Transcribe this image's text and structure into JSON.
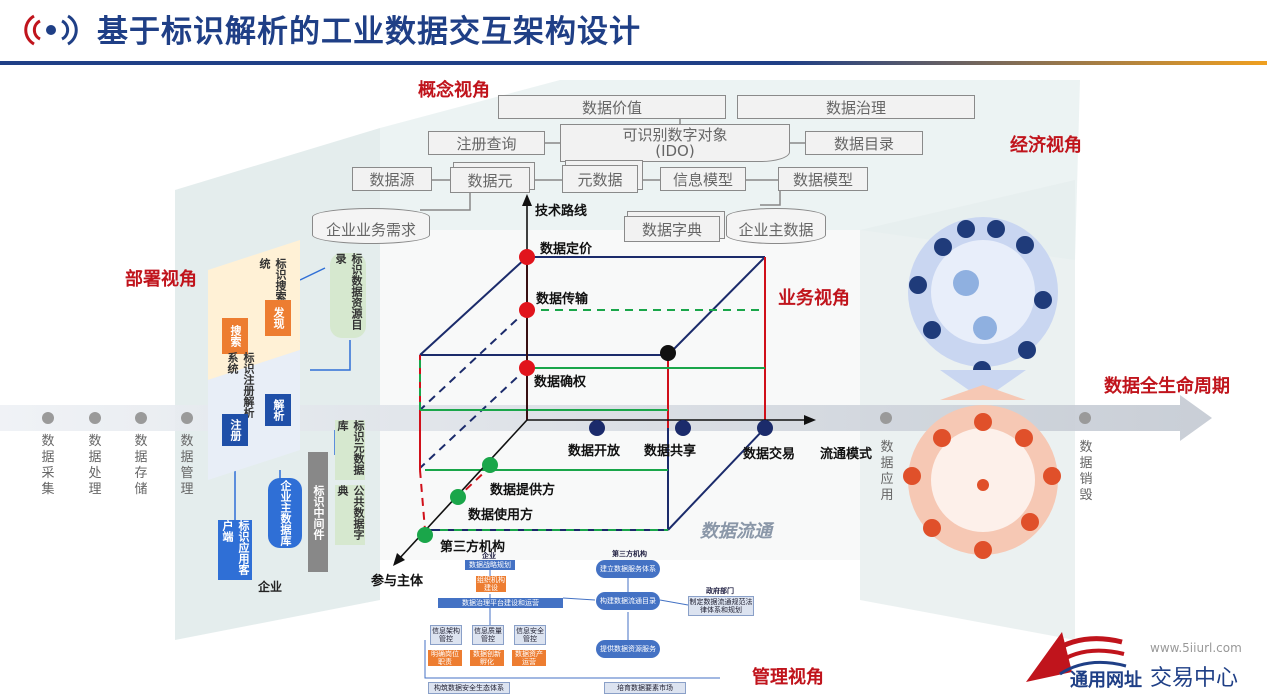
{
  "header": {
    "title": "基于标识解析的工业数据交互架构设计",
    "accent_color": "#1f3f86",
    "divider_colors": [
      "#1f3f86",
      "#f0a020"
    ]
  },
  "views": {
    "concept": "概念视角",
    "economic": "经济视角",
    "deploy": "部署视角",
    "business": "业务视角",
    "lifecycle": "数据全生命周期",
    "management": "管理视角"
  },
  "concept_boxes": {
    "data_value": "数据价值",
    "data_governance": "数据治理",
    "register_query": "注册查询",
    "ido": "可识别数字对象\n(IDO)",
    "data_catalog": "数据目录",
    "data_source": "数据源",
    "data_element": "数据元",
    "metadata": "元数据",
    "info_model": "信息模型",
    "data_model": "数据模型",
    "enterprise_demand": "企业业务需求",
    "data_dictionary": "数据字典",
    "enterprise_master": "企业主数据"
  },
  "axis_labels": {
    "tech_route": "技术路线",
    "circulation_mode": "流通模式",
    "participant": "参与主体",
    "data_circulation": "数据流通"
  },
  "points": {
    "pricing": "数据定价",
    "transmission": "数据传输",
    "rights": "数据确权",
    "open": "数据开放",
    "share": "数据共享",
    "trade": "数据交易",
    "provider": "数据提供方",
    "user": "数据使用方",
    "third_party": "第三方机构"
  },
  "lifecycle_stages": {
    "collect": "数据采集",
    "process": "数据处理",
    "store": "数据存储",
    "manage": "数据管理",
    "apply": "数据应用",
    "destroy": "数据销毁"
  },
  "deploy": {
    "search_system": "标识搜索系统",
    "search_a": "搜索",
    "search_b": "发现",
    "resolve_system": "标识注册解析系统",
    "register": "注册",
    "resolve": "解析",
    "resource_catalog": "标识数据资源目录",
    "app_client": "标识应用客户端",
    "enterprise_master_db": "企业主数据库",
    "middleware": "标识中间件",
    "id_metadata": "标识元数据库",
    "public_dictionary": "公共数据字典",
    "enterprise": "企业"
  },
  "management": {
    "enterprise": "企业",
    "third_party": "第三方机构",
    "government": "政府部门",
    "e1": "数据战略规划",
    "e2": "组织机构建设",
    "e3": "数据治理平台建设和运营",
    "e4": "信息架构管控",
    "e5": "信息质量管控",
    "e6": "信息安全管控",
    "e7": "明确岗位职责",
    "e8": "数据创新孵化",
    "e9": "数据资产运营",
    "t1": "建立数据服务体系",
    "t2": "构建数据流通目录",
    "t3": "提供数据资源服务",
    "g1": "制定数据流通规范法律体系和规划",
    "b1": "构筑数据安全生态体系",
    "b2": "培育数据要素市场"
  },
  "watermark": {
    "url": "www.5iiurl.com",
    "brand_a": "通用网址",
    "brand_b": "交易中心"
  },
  "colors": {
    "red": "#c0141c",
    "green": "#1aa64a",
    "navy": "#1b2b6b",
    "blue_panel": "#2f6fd6"
  }
}
